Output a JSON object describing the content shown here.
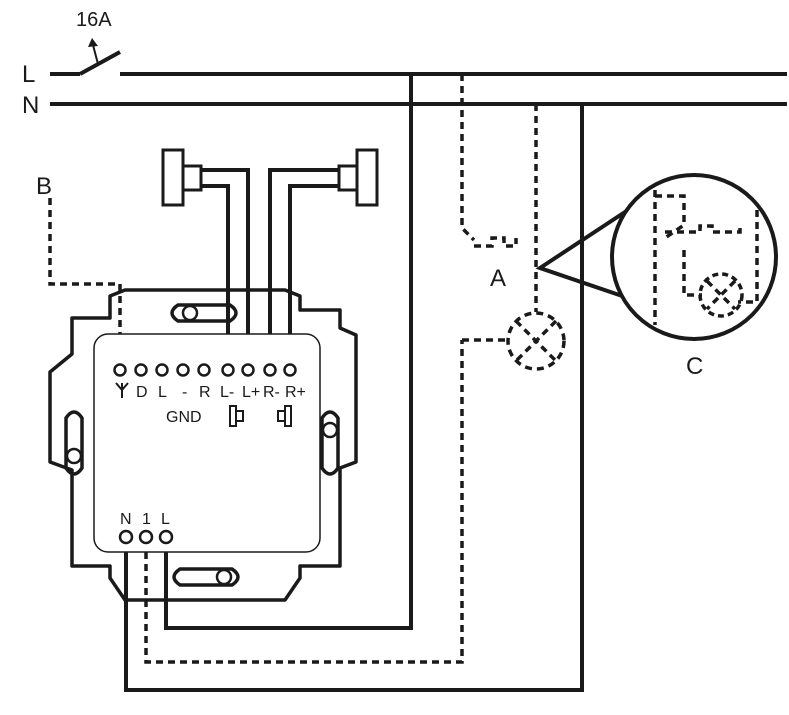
{
  "diagram": {
    "breaker_rating": "16A",
    "line_labels": {
      "live": "L",
      "neutral": "N"
    },
    "callouts": {
      "a": "A",
      "b": "B",
      "c": "C"
    },
    "terminals_top": [
      "D",
      "L",
      "-",
      "R",
      "L-",
      "L+",
      "R-",
      "R+"
    ],
    "gnd_label": "GND",
    "terminals_bottom": [
      "N",
      "1",
      "L"
    ],
    "antenna_icon": "antenna-icon",
    "speaker_icon": "speaker-icon",
    "lamp_icon": "lamp-icon",
    "switch_icon": "switch-icon"
  }
}
